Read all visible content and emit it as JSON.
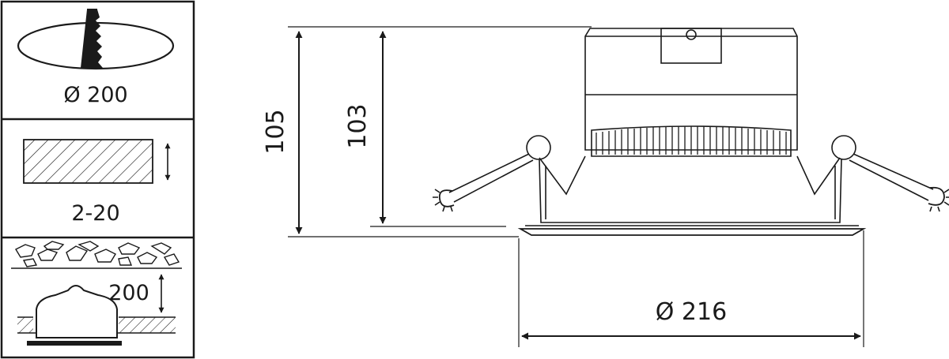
{
  "panels": [
    {
      "label": "Ø 200",
      "icon": "cutout-saw-icon"
    },
    {
      "label": "2-20",
      "icon": "ceiling-thickness-icon"
    },
    {
      "label": "200",
      "icon": "insulation-clearance-icon"
    }
  ],
  "dimensions": {
    "overall_height": "105",
    "body_height": "103",
    "flange_diameter": "Ø 216"
  },
  "colors": {
    "line": "#1a1a1a",
    "background": "#ffffff"
  }
}
